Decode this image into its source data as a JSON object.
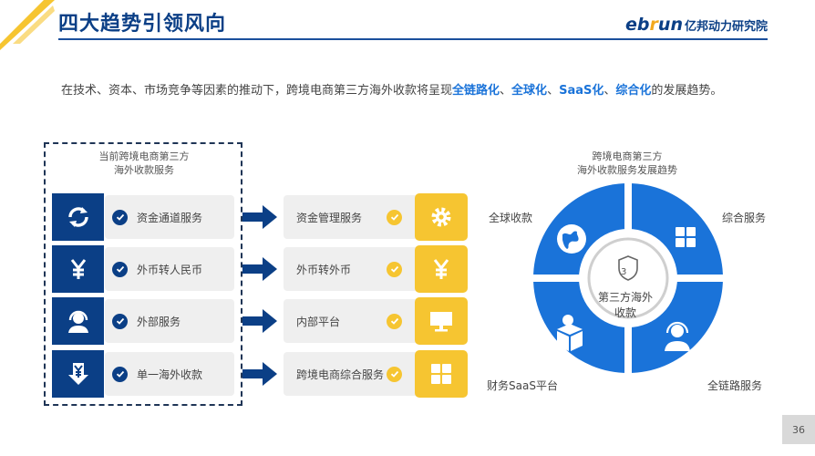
{
  "header": {
    "title": "四大趋势引领风向",
    "logo_latin_a": "eb",
    "logo_latin_b": "r",
    "logo_latin_c": "un",
    "logo_cn": "亿邦动力研究院"
  },
  "intro": {
    "prefix": "在技术、资本、市场竞争等因素的推动下，跨境电商第三方海外收款将呈现",
    "hl1": "全链路化",
    "sep1": "、",
    "hl2": "全球化",
    "sep2": "、",
    "hl3": "SaaS化",
    "sep3": "、",
    "hl4": "综合化",
    "suffix": "的发展趋势。"
  },
  "left_panel": {
    "title_line1": "当前跨境电商第三方",
    "title_line2": "海外收款服务",
    "items": [
      {
        "label": "资金通道服务",
        "icon": "exchange-icon"
      },
      {
        "label": "外币转人民币",
        "icon": "yuan-icon"
      },
      {
        "label": "外部服务",
        "icon": "headset-icon"
      },
      {
        "label": "单一海外收款",
        "icon": "yuan-down-icon"
      }
    ]
  },
  "middle_panel": {
    "items": [
      {
        "label": "资金管理服务",
        "icon": "gear-icon"
      },
      {
        "label": "外币转外币",
        "icon": "yuan-icon"
      },
      {
        "label": "内部平台",
        "icon": "monitor-icon"
      },
      {
        "label": "跨境电商综合服务",
        "icon": "grid-icon"
      }
    ]
  },
  "trend": {
    "title_line1": "跨境电商第三方",
    "title_line2": "海外收款服务发展趋势",
    "center_number": "3",
    "center_line1": "第三方海外",
    "center_line2": "收款",
    "labels": {
      "top_left": "全球收款",
      "top_right": "综合服务",
      "bottom_left": "财务SaaS平台",
      "bottom_right": "全链路服务"
    }
  },
  "page_number": "36",
  "colors": {
    "navy": "#0b3f86",
    "gold": "#f6c531",
    "ring_blue": "#1a73d9",
    "pill_gray": "#efefef"
  }
}
